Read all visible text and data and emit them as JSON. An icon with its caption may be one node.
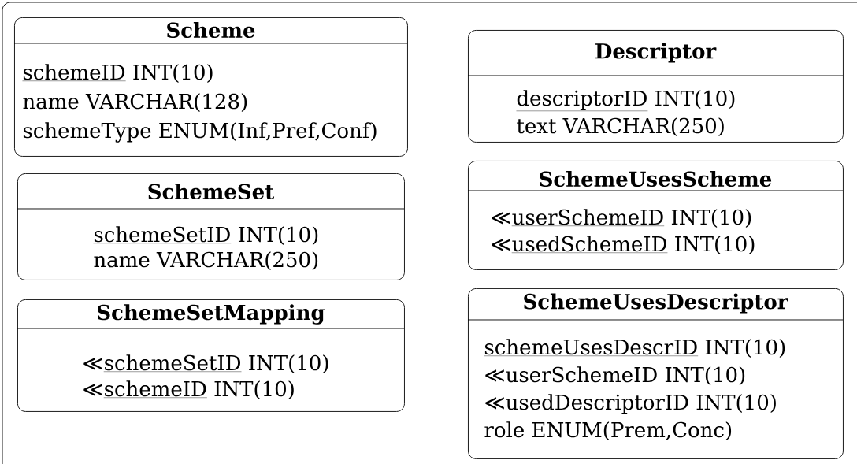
{
  "diagram": {
    "nodes": [
      {
        "text": [
          "Scheme",
          "schemeID INT(10)",
          "name VARCHAR(128)",
          "schemeType ENUM(Inf,Pref,Conf)"
        ]
      },
      {
        "text": [
          "Descriptor",
          "descriptorID INT(10)",
          "text VARCHAR(250)"
        ]
      },
      {
        "text": [
          "SchemeSet",
          "schemeSetID INT(10)",
          "name VARCHAR(250)"
        ]
      },
      {
        "text": [
          "SchemeUsesScheme",
          "≪userSchemeID INT(10)",
          "≪usedSchemeID INT(10)"
        ]
      },
      {
        "text": [
          "SchemeSetMapping",
          "≪schemeSetID INT(10)",
          "≪schemeID INT(10)"
        ]
      },
      {
        "text": [
          "SchemeUsesDescriptor",
          "schemeUsesDescrID INT(10)",
          "≪userSchemeID INT(10)",
          "≪usedDescriptorID INT(10)",
          "role ENUM(Prem,Conc)"
        ]
      }
    ]
  }
}
